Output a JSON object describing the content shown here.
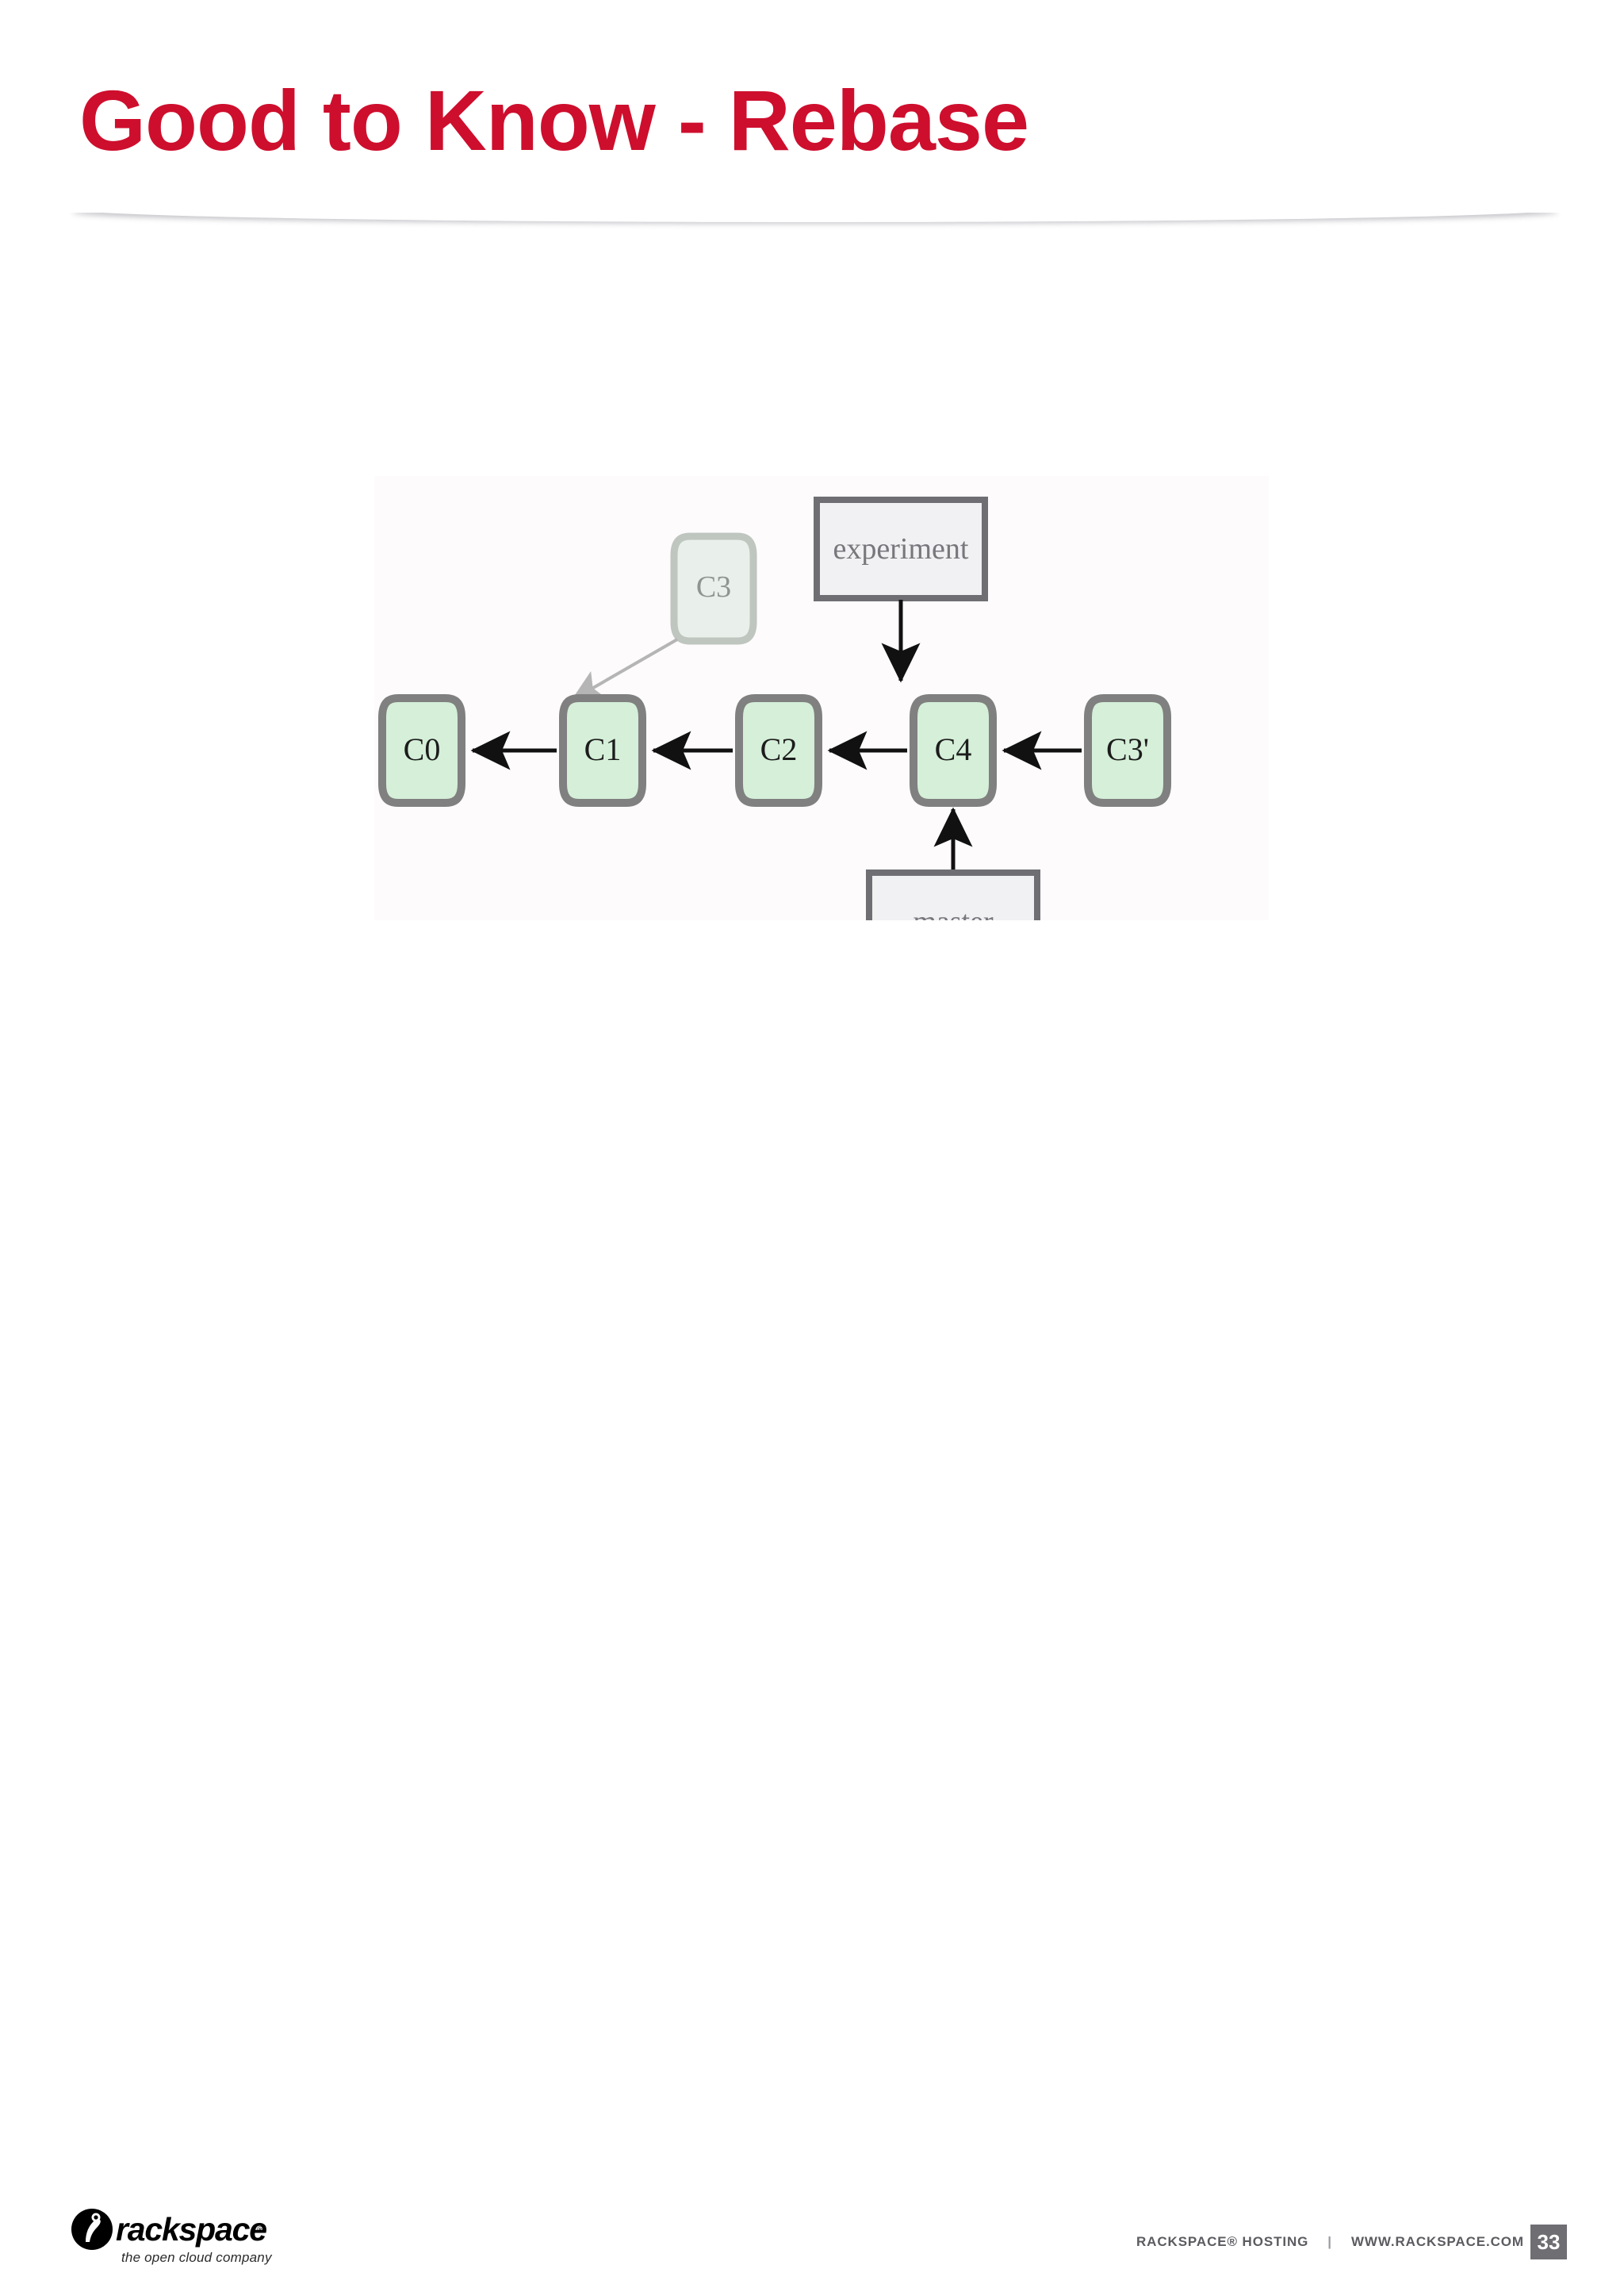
{
  "slide": {
    "title": "Good to Know - Rebase",
    "title_color": "#CE0E2D",
    "background": "#FFFFFF"
  },
  "diagram": {
    "kind": "git-rebase-commit-graph",
    "node_fill": "#D5EFD8",
    "node_stroke": "#808080",
    "faded_node_fill": "#E9EFEA",
    "faded_node_stroke": "#BDC3BD",
    "label_fill": "#F1F0F2",
    "label_stroke": "#6E6E73",
    "arrow_color": "#111111",
    "faded_arrow_color": "#B5B5B5",
    "commits": [
      {
        "id": "c0",
        "label": "C0",
        "state": "normal"
      },
      {
        "id": "c1",
        "label": "C1",
        "state": "normal"
      },
      {
        "id": "c2",
        "label": "C2",
        "state": "normal"
      },
      {
        "id": "c4",
        "label": "C4",
        "state": "normal"
      },
      {
        "id": "c3p",
        "label": "C3'",
        "state": "normal"
      },
      {
        "id": "c3",
        "label": "C3",
        "state": "faded"
      }
    ],
    "branch_labels": [
      {
        "id": "experiment",
        "label": "experiment",
        "points_to": "C3'"
      },
      {
        "id": "master",
        "label": "master",
        "points_to": "C4"
      }
    ],
    "edges": [
      {
        "from": "C1",
        "to": "C0",
        "style": "solid"
      },
      {
        "from": "C2",
        "to": "C1",
        "style": "solid"
      },
      {
        "from": "C4",
        "to": "C2",
        "style": "solid"
      },
      {
        "from": "C3'",
        "to": "C4",
        "style": "solid"
      },
      {
        "from": "C3",
        "to": "C2",
        "style": "faded"
      }
    ]
  },
  "footer": {
    "brand": "rackspace",
    "tagline": "the open cloud company",
    "hosting_text": "RACKSPACE® HOSTING",
    "separator": "|",
    "website": "WWW.RACKSPACE.COM",
    "page_number": "33"
  }
}
